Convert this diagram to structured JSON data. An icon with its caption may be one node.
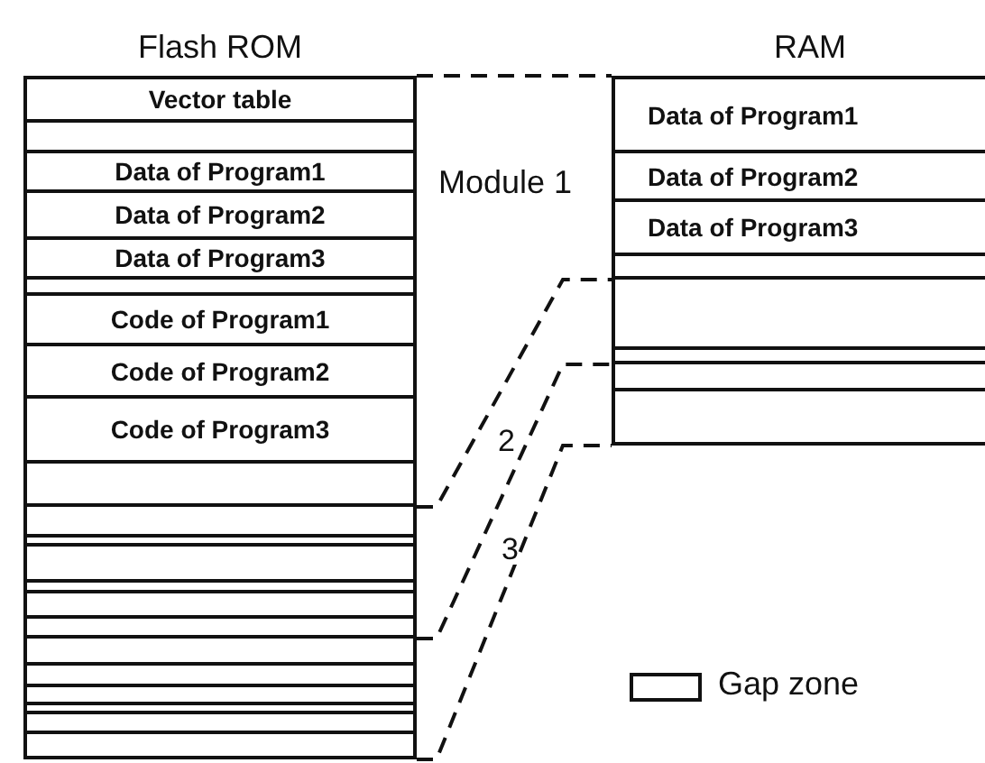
{
  "diagram": {
    "nodes": [
      {
        "text": [
          "Flash ROM"
        ]
      },
      {
        "text": [
          "Vector table"
        ],
        "in": 0
      },
      {
        "text": [],
        "shape": "box",
        "in": 0
      },
      {
        "text": [
          "Data of Program1"
        ],
        "in": 0
      },
      {
        "text": [
          "Data of Program2"
        ],
        "in": 0
      },
      {
        "text": [
          "Data of Program3"
        ],
        "in": 0
      },
      {
        "text": [],
        "shape": "box",
        "in": 0
      },
      {
        "text": [
          "Code of Program1"
        ],
        "in": 0
      },
      {
        "text": [
          "Code of Program2"
        ],
        "in": 0
      },
      {
        "text": [
          "Code of Program3"
        ],
        "in": 0
      },
      {
        "text": [],
        "shape": "box",
        "in": 0
      },
      {
        "text": [],
        "shape": "box",
        "in": 0
      },
      {
        "text": [],
        "shape": "box",
        "in": 0
      },
      {
        "text": [],
        "shape": "box",
        "in": 0
      },
      {
        "text": [],
        "shape": "box",
        "in": 0
      },
      {
        "text": [],
        "shape": "box",
        "in": 0
      },
      {
        "text": [],
        "shape": "box",
        "in": 0
      },
      {
        "text": [],
        "shape": "box",
        "in": 0
      },
      {
        "text": [],
        "shape": "box",
        "in": 0
      },
      {
        "text": [],
        "shape": "box",
        "in": 0
      },
      {
        "text": [],
        "shape": "box",
        "in": 0
      },
      {
        "text": [],
        "shape": "box",
        "in": 0
      },
      {
        "text": [],
        "shape": "box",
        "in": 0
      },
      {
        "text": [
          "RAM"
        ]
      },
      {
        "text": [
          "Data of Program1"
        ],
        "in": 23
      },
      {
        "text": [
          "Data of Program2"
        ],
        "in": 23
      },
      {
        "text": [
          "Data of Program3"
        ],
        "in": 23
      },
      {
        "text": [],
        "shape": "box",
        "in": 23
      },
      {
        "text": [],
        "shape": "box",
        "in": 23
      },
      {
        "text": [],
        "shape": "box",
        "in": 23
      },
      {
        "text": [],
        "shape": "box",
        "in": 23
      },
      {
        "text": [],
        "shape": "box",
        "in": 23
      }
    ],
    "edges": [
      {
        "from": 0,
        "to": 23,
        "arrow": "none",
        "style": "dashed"
      },
      {
        "from": 0,
        "to": 23,
        "arrow": "none",
        "style": "dashed"
      },
      {
        "from": 0,
        "to": 23,
        "arrow": "none",
        "style": "dashed"
      },
      {
        "from": 0,
        "to": 23,
        "arrow": "none",
        "style": "dashed"
      }
    ],
    "labels": [
      "Module 1",
      "2",
      "3"
    ],
    "legend": [
      {
        "text": "Gap zone",
        "color": "#ffffff"
      }
    ]
  }
}
